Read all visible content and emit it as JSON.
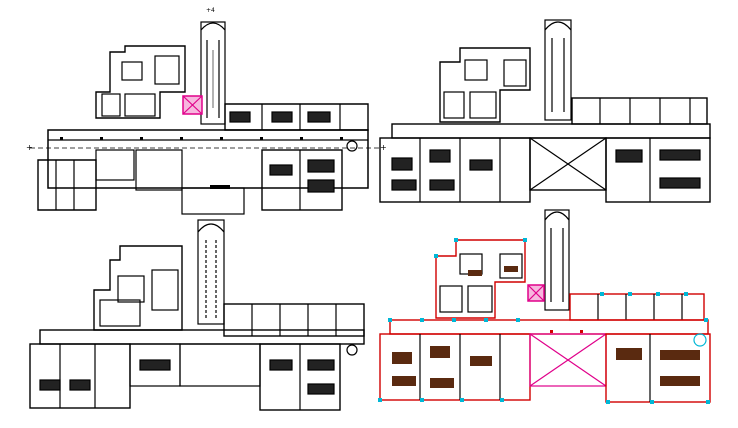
{
  "drawing": {
    "labels": {
      "plan_1_north_marker": "+4",
      "plan_1_left_axis": "+",
      "plan_1_right_axis": "+"
    },
    "plans": [
      {
        "id": "plan-1",
        "style": "black line plan, corridor dashed centerline, magenta stair block"
      },
      {
        "id": "plan-2",
        "style": "black line plan with cross-braced open atrium"
      },
      {
        "id": "plan-3",
        "style": "black line plan with dashed vertical ramp/corridor"
      },
      {
        "id": "plan-4",
        "style": "color-marked plan: cyan columns, red walls, magenta atrium"
      }
    ],
    "colors": {
      "line": "#000000",
      "background": "#ffffff",
      "accent_magenta": "#e0008a",
      "accent_cyan": "#00b7d6",
      "accent_red": "#d10000",
      "furniture_brown": "#5a2a10"
    }
  }
}
